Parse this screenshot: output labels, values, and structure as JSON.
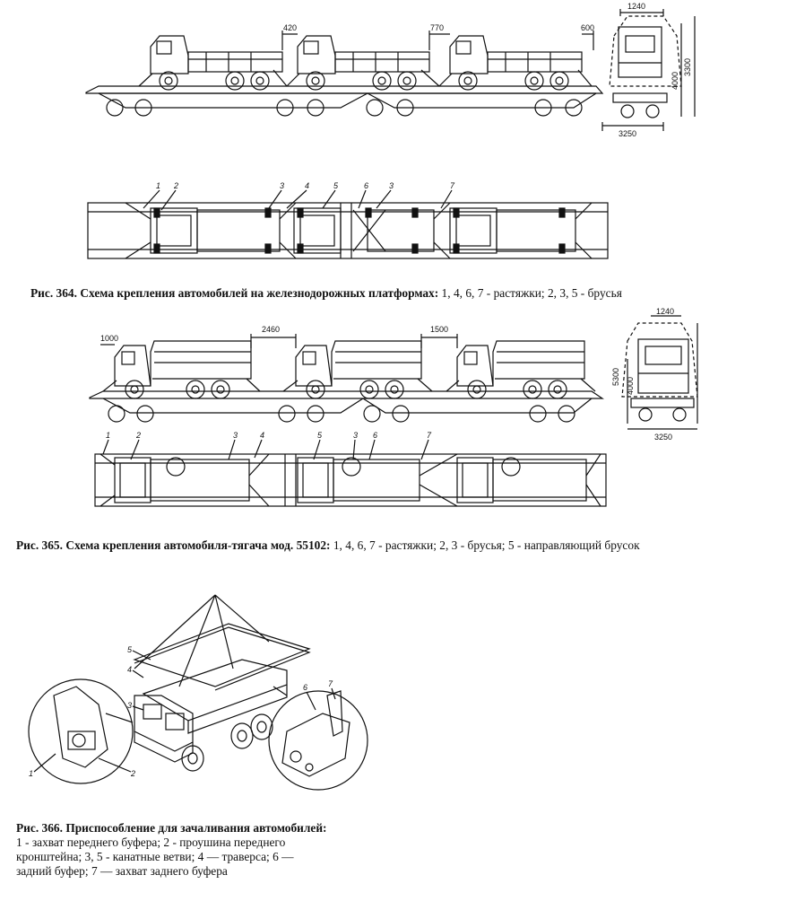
{
  "fig364": {
    "caption_title": "Рис. 364. Схема крепления автомобилей на железнодорожных платформах:",
    "caption_body": " 1, 4, 6, 7 - растяжки; 2, 3, 5 - брусья",
    "dims": {
      "gap1": "420",
      "gap2": "770",
      "gap3": "600",
      "width_top": "1240",
      "h1": "3300",
      "h2": "4000",
      "width_bottom": "3250"
    },
    "callouts": [
      "1",
      "2",
      "3",
      "4",
      "5",
      "6",
      "3",
      "7"
    ]
  },
  "fig365": {
    "caption_title": "Рис. 365. Схема крепления автомобиля-тягача мод. 55102:",
    "caption_body": " 1, 4, 6, 7 - растяжки; 2, 3 - брусья; 5 - направляющий брусок",
    "dims": {
      "front": "1000",
      "gap1": "2460",
      "gap2": "1500",
      "width_top": "1240",
      "h1": "5300",
      "h2": "4000",
      "width_bottom": "3250"
    },
    "callouts": [
      "1",
      "2",
      "3",
      "4",
      "5",
      "3",
      "6",
      "7"
    ]
  },
  "fig366": {
    "caption_title": "Рис. 366. Приспособление для зачаливания автомобилей:",
    "caption_lines": [
      "1 - захват переднего буфера; 2 -  проушина переднего",
      "кронштейна; 3, 5 - канатные ветви; 4 — траверса; 6 —",
      "задний буфер; 7 — захват заднего буфера"
    ],
    "callouts": [
      "5",
      "4",
      "3",
      "1",
      "2",
      "6",
      "7"
    ]
  }
}
